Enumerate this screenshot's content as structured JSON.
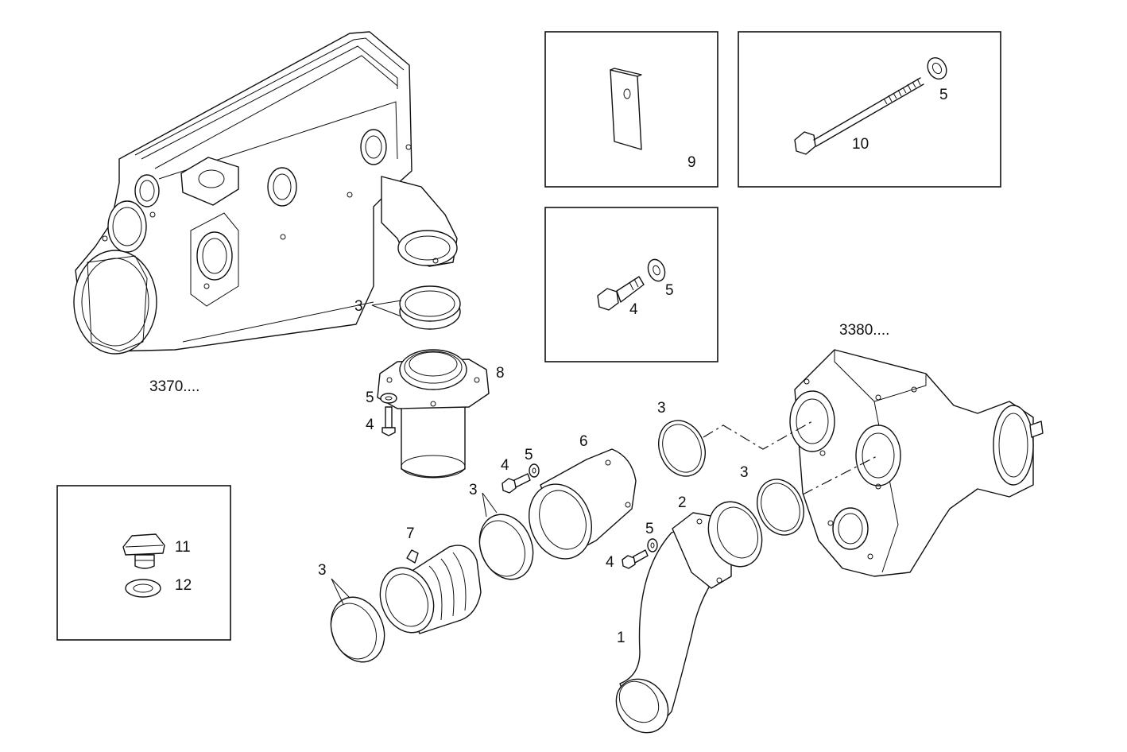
{
  "callouts": {
    "assy_3370": "3370....",
    "assy_3380": "3380....",
    "n1": "1",
    "n2": "2",
    "n3_a": "3",
    "n3_b": "3",
    "n3_c": "3",
    "n3_d": "3",
    "n3_e": "3",
    "n4_a": "4",
    "n4_b": "4",
    "n4_c": "4",
    "n4_d": "4",
    "n5_a": "5",
    "n5_b": "5",
    "n5_c": "5",
    "n5_d": "5",
    "n5_e": "5",
    "n6": "6",
    "n7": "7",
    "n8": "8",
    "n9": "9",
    "n10": "10",
    "n11": "11",
    "n12": "12"
  }
}
